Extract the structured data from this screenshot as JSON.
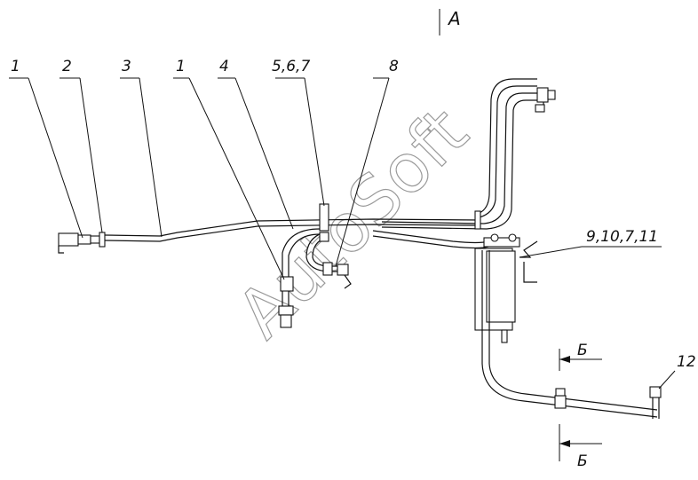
{
  "view_label": "А",
  "watermark": "AutoSoft",
  "callouts": [
    "1",
    "2",
    "3",
    "1",
    "4",
    "5,6,7",
    "8",
    "9,10,7,11",
    "12"
  ],
  "section_labels": [
    "Б",
    "Б"
  ]
}
